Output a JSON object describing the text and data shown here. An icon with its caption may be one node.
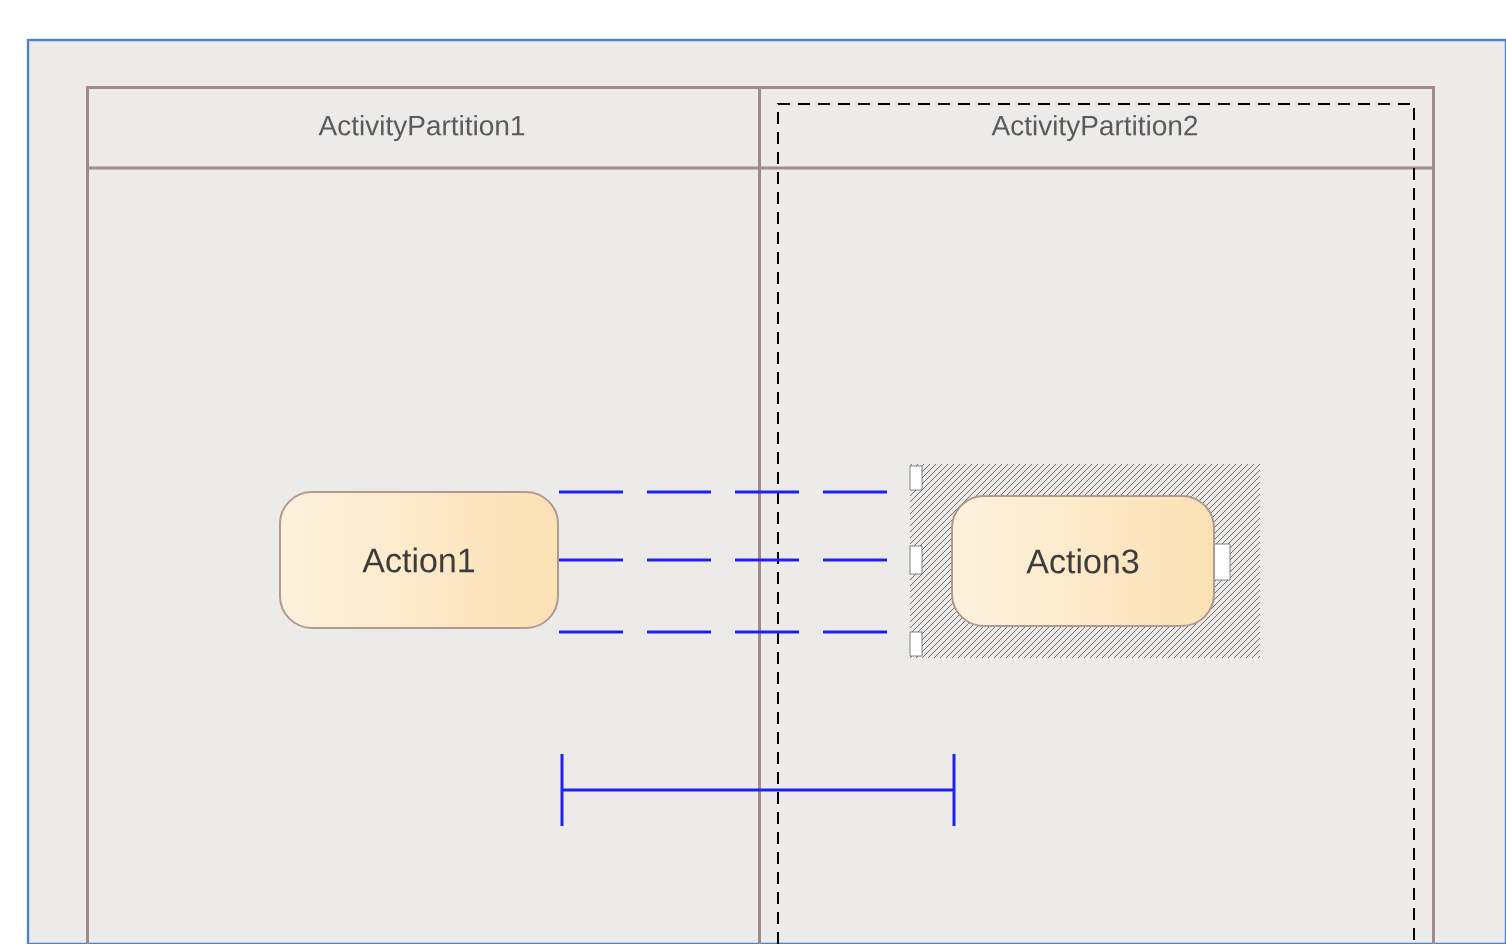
{
  "diagram": {
    "nodes": [
      {
        "text": [
          "ActivityPartition1"
        ]
      },
      {
        "text": [
          "ActivityPartition2"
        ]
      },
      {
        "text": [
          "Action1"
        ],
        "in": 0
      },
      {
        "text": [
          "Action3"
        ],
        "in": 1
      }
    ],
    "edges": [
      {
        "from": 2,
        "to": 3,
        "arrow": "none",
        "style": "dashed",
        "color": "#2020f0"
      },
      {
        "from": 2,
        "to": 3,
        "arrow": "none",
        "style": "dashed",
        "color": "#2020f0"
      },
      {
        "from": 2,
        "to": 3,
        "arrow": "none",
        "style": "dashed",
        "color": "#2020f0"
      }
    ]
  }
}
